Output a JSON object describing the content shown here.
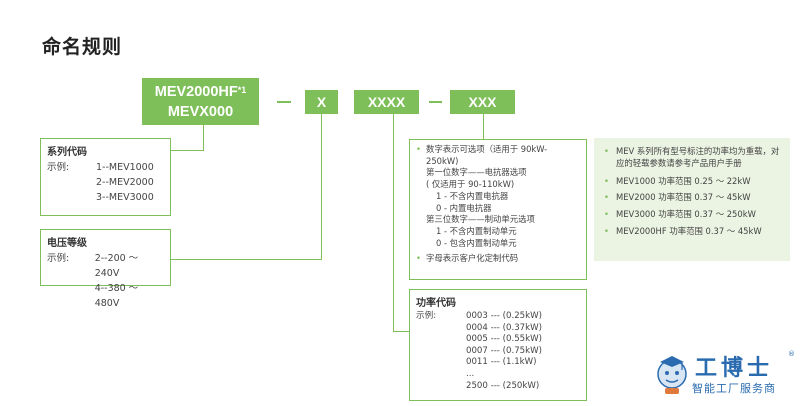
{
  "title": "命名规则",
  "code": {
    "main_line1": "MEV2000HF",
    "main_sup": "*1",
    "main_line2": "MEVX000",
    "x": "X",
    "xxxx": "XXXX",
    "xxx": "XXX"
  },
  "series": {
    "title": "系列代码",
    "example_label": "示例:",
    "items": [
      "1--MEV1000",
      "2--MEV2000",
      "3--MEV3000"
    ]
  },
  "voltage": {
    "title": "电压等级",
    "example_label": "示例:",
    "items": [
      "2--200 ～ 240V",
      "4--380 ～ 480V"
    ]
  },
  "options": {
    "lines": [
      "数字表示可选项（适用于 90kW-",
      "250kW)",
      "第一位数字——电抗器选项",
      "( 仅适用于 90-110kW)",
      "1 - 不含内置电抗器",
      "0 - 内置电抗器",
      "第三位数字——制动单元选项",
      "1 - 不含内置制动单元",
      "0 - 包含内置制动单元",
      "字母表示客户化定制代码"
    ]
  },
  "power": {
    "title": "功率代码",
    "example_label": "示例:",
    "items": [
      "0003 --- (0.25kW)",
      "0004 --- (0.37kW)",
      "0005 --- (0.55kW)",
      "0007 --- (0.75kW)",
      "0011 --- (1.1kW)",
      "...",
      "2500 --- (250kW)"
    ]
  },
  "note": {
    "items": [
      "MEV 系列所有型号标注的功率均为重载，对应的轻载参数请参考产品用户手册",
      "MEV1000 功率范围 0.25 ～ 22kW",
      "MEV2000 功率范围 0.37 ～ 45kW",
      "MEV3000 功率范围 0.37 ～ 250kW",
      "MEV2000HF 功率范围 0.37 ～ 45kW"
    ]
  },
  "logo": {
    "name": "工博士",
    "tagline": "智能工厂服务商",
    "reg": "®"
  },
  "colors": {
    "accent": "#7fbf5a",
    "note_bg": "#ebf3e2",
    "logo_blue": "#2a6bb0"
  }
}
